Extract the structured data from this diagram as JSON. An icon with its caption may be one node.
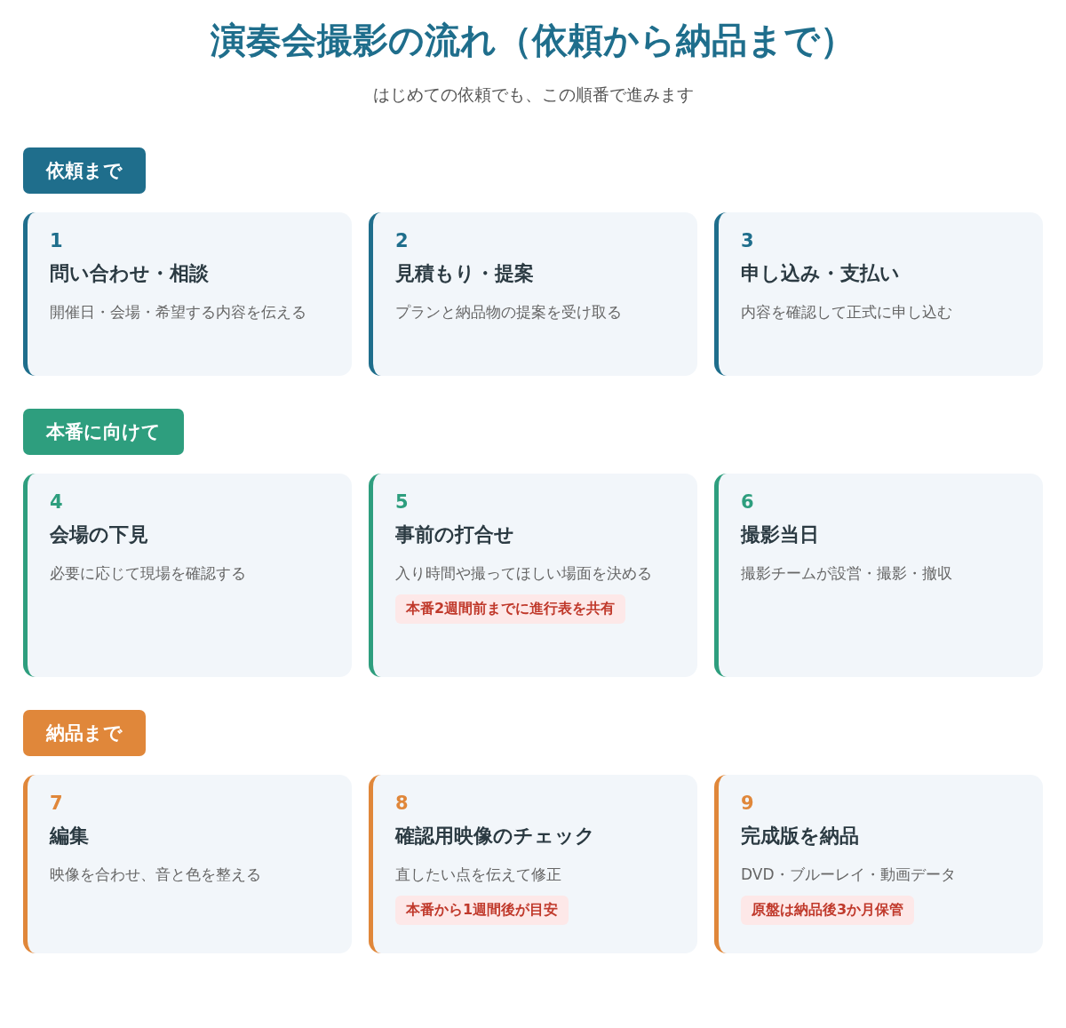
{
  "diagram": {
    "title": "演奏会撮影の流れ（依頼から納品まで）",
    "nodes": [
      {
        "text": [
          "依頼まで"
        ]
      },
      {
        "text": [
          "1",
          "問い合わせ・相談",
          "開催日・会場・希望する内容を伝える"
        ]
      },
      {
        "text": [
          "2",
          "見積もり・提案",
          "プランと納品物の提案を受け取る"
        ]
      },
      {
        "text": [
          "3",
          "申し込み・支払い",
          "内容を確認して正式に申し込む"
        ]
      },
      {
        "text": [
          "本番に向けて"
        ]
      },
      {
        "text": [
          "4",
          "会場の下見",
          "必要に応じて現場を確認する"
        ]
      },
      {
        "text": [
          "5",
          "事前の打合せ",
          "入り時間や撮ってほしい場面を決める"
        ]
      },
      {
        "text": [
          "本番2週間前までに進行表を共有"
        ],
        "in": 6
      },
      {
        "text": [
          "6",
          "撮影当日",
          "撮影チームが設営・撮影・撤収"
        ]
      },
      {
        "text": [
          "納品まで"
        ]
      },
      {
        "text": [
          "7",
          "編集",
          "映像を合わせ、音と色を整える"
        ]
      },
      {
        "text": [
          "8",
          "確認用映像のチェック",
          "直したい点を伝えて修正"
        ]
      },
      {
        "text": [
          "本番から1週間後が目安"
        ],
        "in": 11
      },
      {
        "text": [
          "9",
          "完成版を納品",
          "DVD・ブルーレイ・動画データ"
        ]
      },
      {
        "text": [
          "原盤は納品後3か月保管"
        ],
        "in": 13
      }
    ],
    "labels": [
      "はじめての依頼でも、この順番で進みます"
    ]
  }
}
